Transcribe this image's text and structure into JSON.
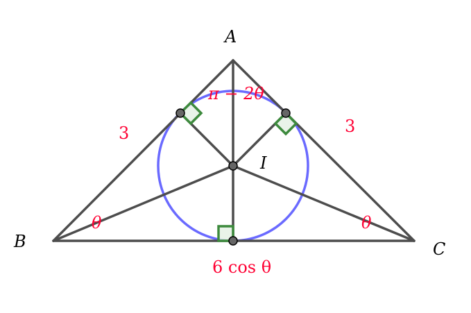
{
  "colors": {
    "line": "#4d4d4d",
    "circle": "#6a6aff",
    "annotation": "#ff0033",
    "right_angle": "#3d8a3d",
    "right_angle_fill": "#e4f0e4",
    "point": "#666666"
  },
  "points": {
    "A": "A",
    "B": "B",
    "C": "C",
    "I": "I"
  },
  "annotations": {
    "side_AB": "3",
    "side_AC": "3",
    "angle_A": "π − 2θ",
    "angle_B": "θ",
    "angle_C": "θ",
    "base_BC": "6 cos θ"
  }
}
